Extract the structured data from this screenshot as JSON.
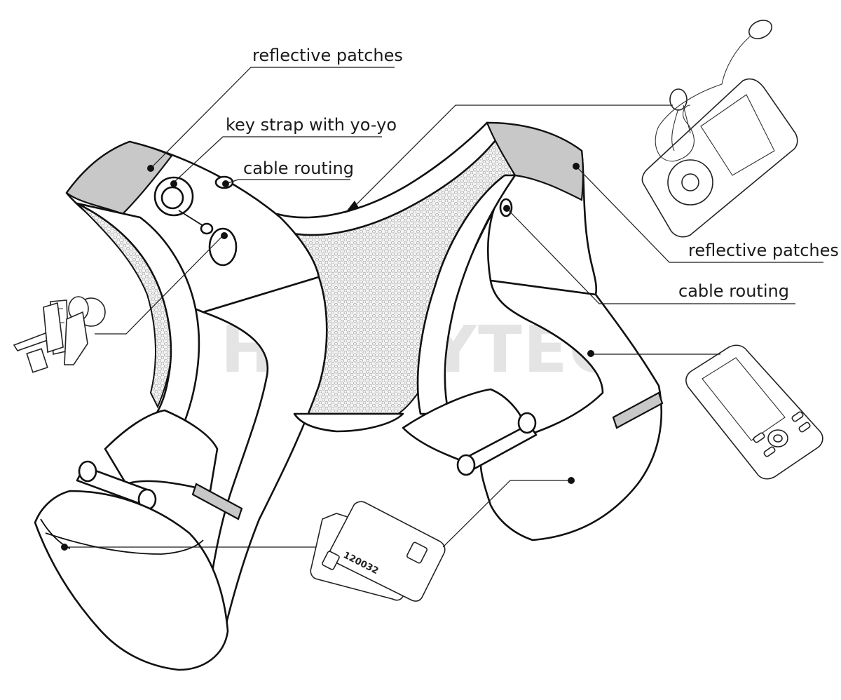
{
  "labels": {
    "reflective_patches_left": "reflective patches",
    "key_strap": "key strap with yo-yo",
    "cable_routing_left": "cable routing",
    "reflective_patches_right": "reflective patches",
    "cable_routing_right": "cable routing"
  },
  "watermark": "HOBBYTEC",
  "card_number": "120032",
  "colors": {
    "outline": "#111111",
    "reflective_patch": "#c8c8c8",
    "mesh": "#f0f0f0",
    "watermark": "#e4e4e4"
  },
  "icons": [
    "keys-icon",
    "usb-stick-icon",
    "mp3-player-icon",
    "earphones-icon",
    "mobile-phone-icon",
    "credit-cards-icon"
  ]
}
